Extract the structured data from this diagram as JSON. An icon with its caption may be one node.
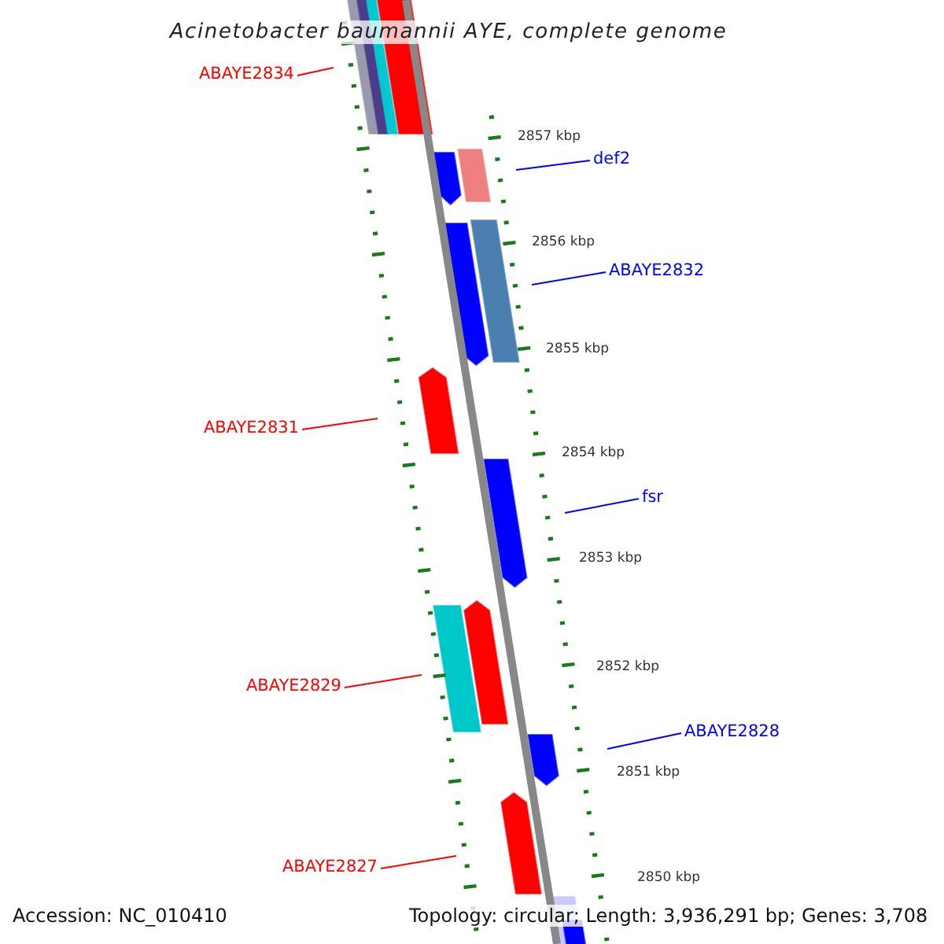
{
  "diagram": {
    "title": "Acinetobacter baumannii AYE, complete genome",
    "nodes": [
      {
        "text": [
          "ABAYE2834"
        ]
      },
      {
        "text": [
          "def2"
        ]
      },
      {
        "text": [
          "ABAYE2832"
        ]
      },
      {
        "text": [
          "ABAYE2831"
        ]
      },
      {
        "text": [
          "fsr"
        ]
      },
      {
        "text": [
          "ABAYE2829"
        ]
      },
      {
        "text": [
          "ABAYE2828"
        ]
      },
      {
        "text": [
          "ABAYE2827"
        ]
      }
    ],
    "edges": [
      {
        "from": 0,
        "to": null,
        "arrow": "none"
      },
      {
        "from": 1,
        "to": null,
        "arrow": "none",
        "color": "#0000ff"
      },
      {
        "from": 2,
        "to": null,
        "arrow": "none",
        "color": "#0000ff"
      },
      {
        "from": 3,
        "to": null,
        "arrow": "none"
      },
      {
        "from": 4,
        "to": null,
        "arrow": "none",
        "color": "#0000ff"
      },
      {
        "from": 5,
        "to": null,
        "arrow": "none"
      },
      {
        "from": 6,
        "to": null,
        "arrow": "none",
        "color": "#0000ff"
      },
      {
        "from": 7,
        "to": null,
        "arrow": "none"
      }
    ],
    "labels": [
      "2857 kbp",
      "2856 kbp",
      "2855 kbp",
      "2854 kbp",
      "2853 kbp",
      "2852 kbp",
      "2851 kbp",
      "2850 kbp",
      "Accession: NC_010410",
      "Topology: circular; Length: 3,936,291 bp; Genes: 3,708"
    ]
  }
}
